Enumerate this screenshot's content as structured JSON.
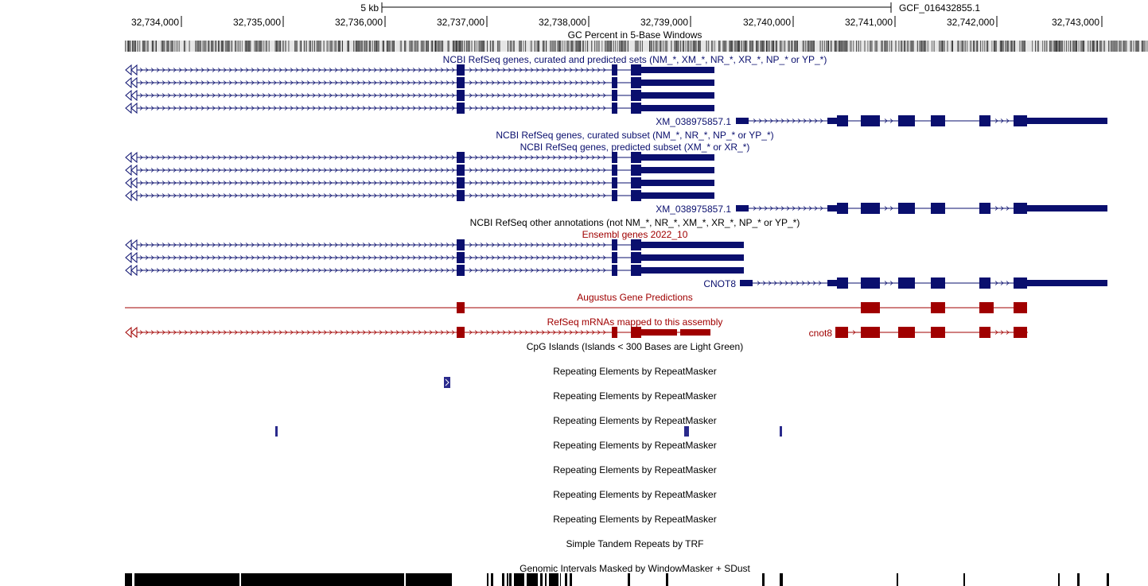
{
  "ruler": {
    "scale_label": "5 kb",
    "assembly": "GCF_016432855.1",
    "positions": [
      "32,734,000",
      "32,735,000",
      "32,736,000",
      "32,737,000",
      "32,738,000",
      "32,739,000",
      "32,740,000",
      "32,741,000",
      "32,742,000",
      "32,743,000"
    ]
  },
  "tracks": {
    "gc_percent": "GC Percent in 5-Base Windows",
    "refseq_all": "NCBI RefSeq genes, curated and predicted sets (NM_*, XM_*, NR_*, XR_*, NP_* or YP_*)",
    "refseq_curated": "NCBI RefSeq genes, curated subset (NM_*, NR_*, NP_* or YP_*)",
    "refseq_predicted": "NCBI RefSeq genes, predicted subset (XM_* or XR_*)",
    "refseq_other": "NCBI RefSeq other annotations (not NM_*, NR_*, XM_*, XR_*, NP_* or YP_*)",
    "ensembl": "Ensembl genes 2022_10",
    "augustus": "Augustus Gene Predictions",
    "refseq_mrna": "RefSeq mRNAs mapped to this assembly",
    "cpg": "CpG Islands (Islands < 300 Bases are Light Green)",
    "repeatmasker": "Repeating Elements by RepeatMasker",
    "trf": "Simple Tandem Repeats by TRF",
    "windowmasker": "Genomic Intervals Masked by WindowMasker + SDust"
  },
  "gene_labels": {
    "xm_1": "XM_038975857.1",
    "xm_2": "XM_038975857.1",
    "ensembl_gene": "CNOT8",
    "mrna_gene": "cnot8"
  },
  "colors": {
    "refseq": "#0a0f6e",
    "ensembl": "#a00000",
    "black": "#000000",
    "repeat": "#2a2a8c"
  }
}
